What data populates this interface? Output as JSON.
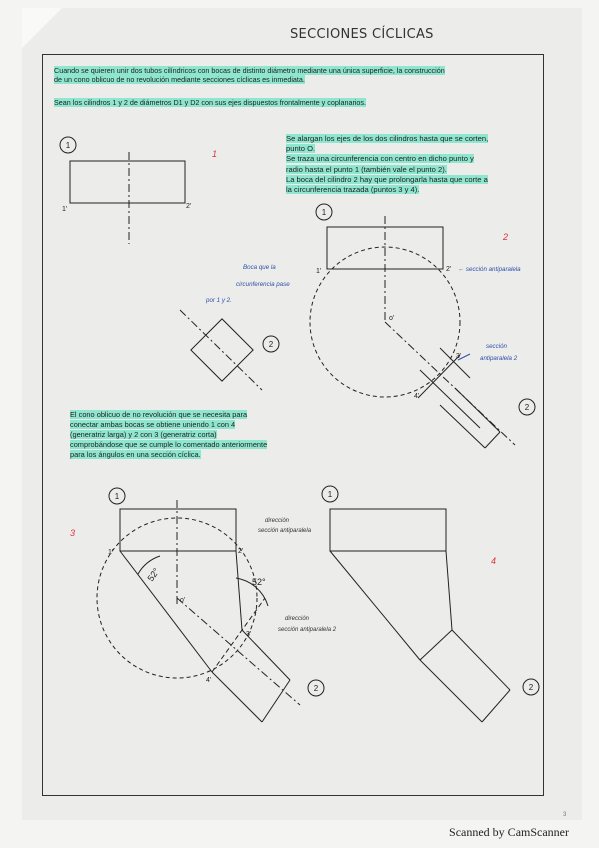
{
  "title": "SECCIONES CÍCLICAS",
  "intro": {
    "line1": "Cuando se quieren unir dos tubos cilíndricos con bocas de distinto diámetro mediante una única superficie, la construcción",
    "line2": "de un cono oblicuo de no revolución mediante secciones cíclicas es inmediata.",
    "line3": "Sean los cilindros 1 y 2 de diámetros D1 y D2 con sus ejes dispuestos frontalmente y coplanarios."
  },
  "steps": {
    "line1": "Se alargan los ejes de los dos cilindros hasta que se corten,",
    "line2": "punto O.",
    "line3": "Se traza una circunferencia con centro en dicho punto y",
    "line4": "radio hasta el punto 1 (también vale el punto 2).",
    "line5": "La boca del cilindro 2 hay que prolongarla hasta que corte a",
    "line6": "la circunferencia trazada (puntos 3 y 4)."
  },
  "cone_text": {
    "line1": "El cono oblicuo de no revolución que se necesita para",
    "line2": "conectar ambas bocas se obtiene uniendo 1 con 4",
    "line3": "(generatriz larga) y 2 con 3 (generatriz corta)",
    "line4": "comprobándose que se cumple lo comentado anteriormente",
    "line5": "para los ángulos en una sección cíclica."
  },
  "labels": {
    "c1": "1",
    "c2": "2",
    "p1": "1'",
    "p2": "2'",
    "p3": "3'",
    "p4": "4'",
    "po": "o'",
    "angle": "52°"
  },
  "notes": {
    "boca1": "Boca que la",
    "boca2": "circunferencia pase",
    "boca3": "por 1 y 2.",
    "secc_anti1": "← sección antiparalela",
    "secc2a": "sección",
    "secc2b": "antiparalela 2",
    "dir1a": "dirección",
    "dir1b": "sección antiparalela",
    "dir2a": "dirección",
    "dir2b": "sección antiparalela 2"
  },
  "step_marks": {
    "m1": "1",
    "m2": "2",
    "m3": "3",
    "m4": "4"
  },
  "page_number": "3",
  "footer": "Scanned by CamScanner",
  "colors": {
    "highlight": "#8fe6cf",
    "red": "#d8333a",
    "blue": "#2e4fa8",
    "ink": "#222222"
  }
}
